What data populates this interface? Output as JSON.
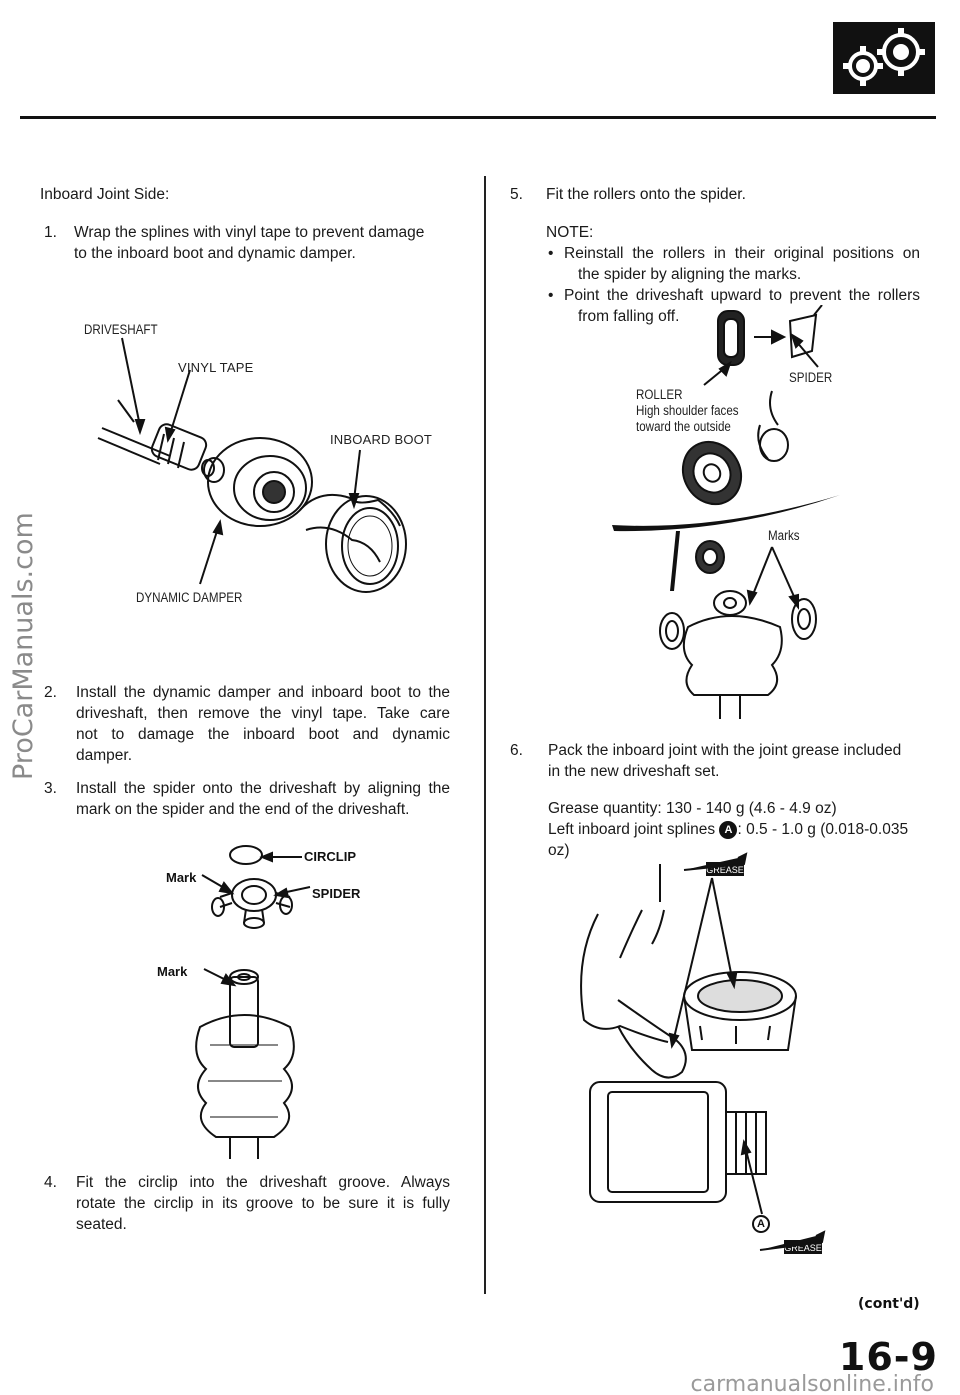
{
  "header": {
    "section_icon": "gears-icon"
  },
  "left": {
    "heading": "Inboard Joint Side:",
    "step1": {
      "num": "1.",
      "line1": "Wrap the splines with vinyl tape to prevent damage",
      "line2": "to the inboard boot and dynamic damper."
    },
    "fig1": {
      "driveshaft": "DRIVESHAFT",
      "vinyl_tape": "VINYL TAPE",
      "inboard_boot": "INBOARD BOOT",
      "dynamic_damper": "DYNAMIC DAMPER"
    },
    "step2": {
      "num": "2.",
      "line1": "Install the dynamic damper and inboard boot to the",
      "line2": "driveshaft, then remove the vinyl tape. Take care",
      "line3": "not to damage the inboard boot and dynamic",
      "line4": "damper."
    },
    "step3": {
      "num": "3.",
      "line1": "Install the spider onto the driveshaft by aligning the",
      "line2": "mark on the spider and the end of the driveshaft."
    },
    "fig2": {
      "circlip": "CIRCLIP",
      "mark": "Mark",
      "spider": "SPIDER",
      "mark2": "Mark"
    },
    "step4": {
      "num": "4.",
      "line1": "Fit the circlip into the driveshaft groove. Always",
      "line2": "rotate the circlip in its groove to be sure it is fully",
      "line3": "seated."
    }
  },
  "right": {
    "step5": {
      "num": "5.",
      "text": "Fit the rollers onto the spider."
    },
    "note": {
      "heading": "NOTE:",
      "bullet1_line1": "Reinstall the rollers in their original positions on",
      "bullet1_line2": "the spider by aligning the marks.",
      "bullet2_line1": "Point the driveshaft upward to prevent the rollers",
      "bullet2_line2": "from falling off."
    },
    "fig3": {
      "spider": "SPIDER",
      "roller": "ROLLER",
      "roller_note1": "High shoulder faces",
      "roller_note2": "toward the outside",
      "marks": "Marks"
    },
    "step6": {
      "num": "6.",
      "line1": "Pack the inboard joint with the joint grease included",
      "line2": "in the new driveshaft set."
    },
    "grease": {
      "quantity": "Grease quantity:  130 - 140 g (4.6 - 4.9 oz)",
      "left_prefix": "Left inboard joint splines",
      "left_callout": "A",
      "left_suffix": ": 0.5 - 1.0 g (0.018-0.035",
      "left_suffix2": "oz)"
    },
    "fig4": {
      "grease_tube": "GREASE",
      "grease_tube2": "GREASE",
      "callout_a": "A"
    }
  },
  "footer": {
    "contd": "(cont'd)",
    "page_number": "16-9",
    "watermark": "ProCarManuals.com",
    "site": "carmanualsonline.info"
  }
}
